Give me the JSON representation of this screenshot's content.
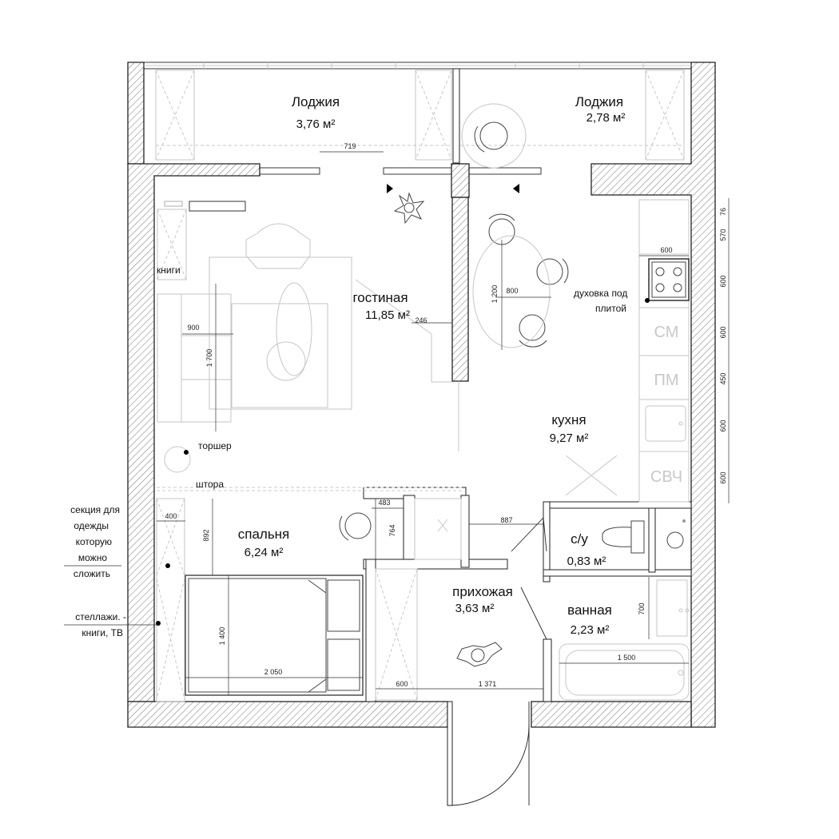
{
  "rooms": {
    "loggia1": {
      "name": "Лоджия",
      "area": "3,76 м²"
    },
    "loggia2": {
      "name": "Лоджия",
      "area": "2,78 м²"
    },
    "living": {
      "name": "гостиная",
      "area": "11,85 м²"
    },
    "kitchen": {
      "name": "кухня",
      "area": "9,27 м²"
    },
    "bedroom": {
      "name": "спальня",
      "area": "6,24 м²"
    },
    "wc": {
      "name": "с/у",
      "area": "0,83 м²"
    },
    "hall": {
      "name": "прихожая",
      "area": "3,63 м²"
    },
    "bath": {
      "name": "ванная",
      "area": "2,23 м²"
    }
  },
  "labels": {
    "books": "книги",
    "lamp": "торшер",
    "curtain": "штора",
    "oven_line1": "духовка под",
    "oven_line2": "плитой",
    "cm": "СМ",
    "pm": "ПМ",
    "svch": "СВЧ",
    "wardrobe_lines": [
      "секция для",
      "одежды",
      "которую",
      "можно",
      "сложить"
    ],
    "shelves_lines": [
      "стеллажи. -",
      "книги, ТВ"
    ]
  },
  "dimensions": {
    "d719": "719",
    "d900": "900",
    "d1700": "1 700",
    "d246": "246",
    "d600_kitchen": "600",
    "d1200": "1 200",
    "d800": "800",
    "d483": "483",
    "d764": "764",
    "d887": "887",
    "d400": "400",
    "d892": "892",
    "d1400": "1 400",
    "d2050": "2 050",
    "d600_hall": "600",
    "d1371": "1 371",
    "d700": "700",
    "d1500": "1 500",
    "right_chain": [
      "76",
      "570",
      "600",
      "600",
      "450",
      "600",
      "600"
    ]
  },
  "colors": {
    "wall_line": "#222222",
    "hatch": "#777777",
    "furniture_light": "#c6c6c6",
    "appliance_text": "#c8c8c8"
  }
}
